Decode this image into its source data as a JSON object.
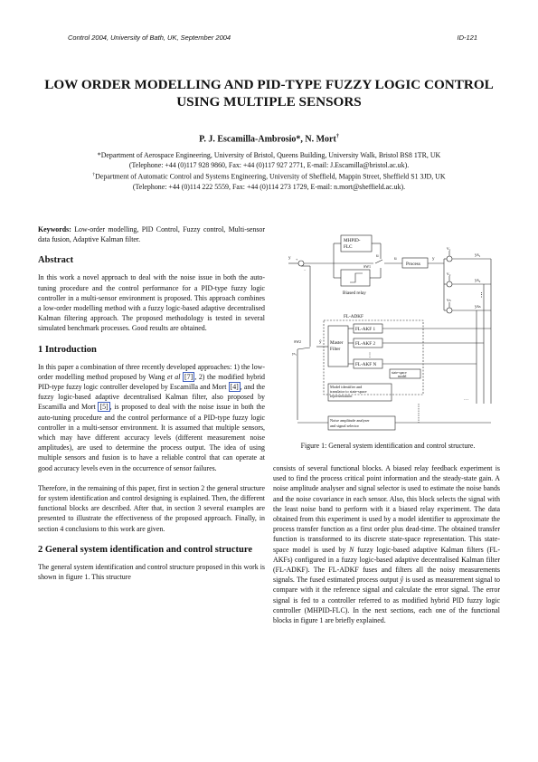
{
  "header": {
    "left": "Control 2004, University of Bath, UK, September 2004",
    "right": "ID-121"
  },
  "title": "LOW ORDER MODELLING AND PID-TYPE FUZZY LOGIC CONTROL USING MULTIPLE SENSORS",
  "authors": "P. J. Escamilla-Ambrosio*, N. Mort",
  "authors_mark": "†",
  "affiliations": {
    "line1": "*Department of Aerospace Engineering, University of Bristol, Queens Building, University Walk, Bristol BS8 1TR, UK",
    "line2": "(Telephone: +44 (0)117 928 9860, Fax: +44 (0)117 927 2771, E-mail: J.Escamilla@bristol.ac.uk).",
    "mark2": "†",
    "line3": "Department of Automatic Control and Systems Engineering, University of Sheffield, Mappin Street, Sheffield S1 3JD, UK",
    "line4": "(Telephone: +44 (0)114 222 5559, Fax: +44 (0)114 273 1729, E-mail: n.mort@sheffield.ac.uk)."
  },
  "keywords": {
    "label": "Keywords:",
    "text": "Low-order modelling, PID Control, Fuzzy control, Multi-sensor data fusion, Adaptive Kalman filter."
  },
  "abstract": {
    "heading": "Abstract",
    "text": "In this work a novel approach to deal with the noise issue in both the auto-tuning procedure and the control performance for a PID-type fuzzy logic controller in a multi-sensor environment is proposed. This approach combines a low-order modelling method with a fuzzy logic-based adaptive decentralised Kalman filtering approach. The proposed methodology is tested in several simulated benchmark processes. Good results are obtained."
  },
  "intro": {
    "heading": "1   Introduction",
    "p1_a": "In this paper a combination of three recently developed approaches: 1) the low-order modelling method proposed by Wang ",
    "p1_etal": "et al",
    "p1_ref1": "[7]",
    "p1_b": ", 2) the modified hybrid PID-type fuzzy logic controller developed by Escamilla and Mort ",
    "p1_ref2": "[4]",
    "p1_c": ", and the fuzzy logic-based adaptive decentralised Kalman filter, also proposed by Escamilla and Mort ",
    "p1_ref3": "[5]",
    "p1_d": ", is proposed to deal with the noise issue in both the auto-tuning procedure and the control performance of a PID-type fuzzy logic controller in a multi-sensor environment. It is assumed that multiple sensors, which may have different accuracy levels (different measurement noise amplitudes), are used to determine the process output. The idea of using multiple sensors and fusion is to have a reliable control that can operate at good accuracy levels even in the occurrence of sensor failures.",
    "p2": "Therefore, in the remaining of this paper, first in section 2 the general structure for system identification and control designing is explained. Then, the different functional blocks are described. After that, in section 3 several examples are presented to illustrate the effectiveness of the proposed approach. Finally, in section 4 conclusions to this work are given."
  },
  "section2": {
    "heading": "2   General system identification and control structure",
    "p1": "The general system identification and control structure proposed in this work is shown in figure 1. This structure",
    "right_a": "consists of several functional blocks. A biased relay feedback experiment is used to find the process critical point information and the steady-state gain. A noise amplitude analyser and signal selector is used to estimate the noise bands and the noise covariance in each sensor. Also, this block selects the signal with the least noise band to perform with it a biased relay experiment. The data obtained from this experiment is used by a model identifier to approximate the process transfer function as a first order plus dead-time. The obtained transfer function is transformed to its discrete state-space representation. This state-space model is used by ",
    "right_N": "N",
    "right_b": " fuzzy logic-based adaptive Kalman filters (FL-AKFs) configured in a fuzzy logic-based adaptive decentralised Kalman filter (FL-ADKF). The FL-ADKF fuses and filters all the noisy measurements signals. The fused estimated process output ",
    "right_yhat": "ŷ",
    "right_c": " is used as measurement signal to compare with it the reference signal and calculate the error signal. The error signal is fed to a controller referred to as modified hybrid PID fuzzy logic controller (MHPID-FLC). In the next sections, each one of the functional blocks in figure 1 are briefly explained."
  },
  "figure": {
    "caption": "Figure 1: General system identification and control structure.",
    "labels": {
      "mhpid": "MHPID-",
      "flc": "FLC",
      "process": "Process",
      "biased_relay": "Biased relay",
      "fladkf": "FL-ADKF",
      "akf1": "FL-AKF 1",
      "akf2": "FL-AKF 2",
      "akfN": "FL-AKF N",
      "master1": "Master",
      "master2": "Filter",
      "ss1": "state-space",
      "ss2": "model",
      "mid1": "Model identifier and",
      "mid2": "translator to state-space",
      "mid3": "representation",
      "noise1": "Noise amplitude analyser",
      "noise2": "and signal selector",
      "yr": "y",
      "e": "e",
      "u": "u",
      "y": "y",
      "sw1": "SW1",
      "sw2": "SW2",
      "v1": "v₁",
      "v2": "v₂",
      "vN": "vₙ",
      "ys1": "ys₁",
      "ys2": "ys₂",
      "ysN": "ysₙ",
      "yhat": "ŷ",
      "plus": "+",
      "minus": "−",
      "dots": "…",
      "vdots": "⋮"
    }
  }
}
